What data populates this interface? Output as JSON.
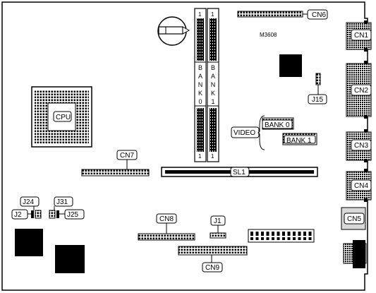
{
  "board": {
    "model": "M3608",
    "colors": {
      "ink": "#000000",
      "paper": "#ffffff",
      "shade": "#d9d9d9"
    }
  },
  "labels": {
    "cn1": "CN1",
    "cn2": "CN2",
    "cn3": "CN3",
    "cn4": "CN4",
    "cn5": "CN5",
    "cn6": "CN6",
    "cn7": "CN7",
    "cn8": "CN8",
    "cn9": "CN9",
    "j1": "J1",
    "j2": "J2",
    "j15": "J15",
    "j24": "J24",
    "j25": "J25",
    "j31": "J31",
    "sl1": "SL1",
    "cpu": "CPU",
    "video": "VIDEO",
    "bank0": "BANK 0",
    "bank1": "BANK 1"
  },
  "simm_banks": [
    {
      "letters": [
        "B",
        "A",
        "N",
        "K",
        "0"
      ]
    },
    {
      "letters": [
        "B",
        "A",
        "N",
        "K",
        "1"
      ]
    }
  ],
  "simm_pin_labels": {
    "top": "1",
    "bottom": "1"
  }
}
